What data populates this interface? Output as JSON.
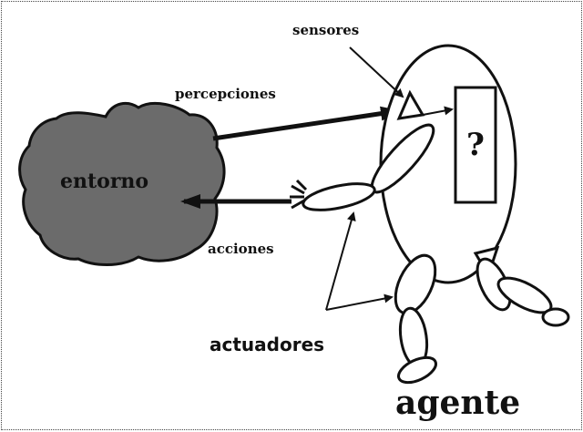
{
  "diagram": {
    "labels": {
      "sensores": "sensores",
      "percepciones": "percepciones",
      "entorno": "entorno",
      "acciones": "acciones",
      "actuadores": "actuadores",
      "agente": "agente",
      "unknown_mark": "?"
    },
    "colors": {
      "ink": "#111111",
      "environment_fill": "#6b6b6b",
      "background": "#ffffff"
    }
  }
}
